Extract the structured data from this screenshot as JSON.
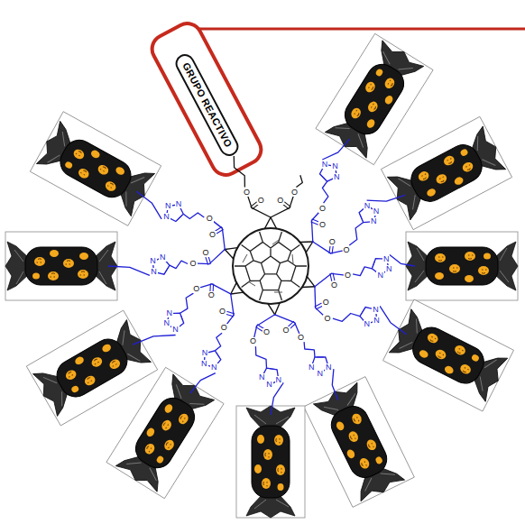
{
  "diagram": {
    "nodes": [
      {
        "text": [
          "GRUPO REACTIVO"
        ]
      }
    ],
    "labels": [
      "O",
      "O",
      "O",
      "O",
      "O",
      "O",
      "N",
      "N",
      "N",
      "O",
      "O",
      "N",
      "N",
      "N",
      "O",
      "O",
      "N",
      "N",
      "N",
      "O",
      "O",
      "N",
      "N",
      "N",
      "O",
      "O",
      "N",
      "N",
      "N",
      "O",
      "O",
      "N",
      "N",
      "N",
      "O",
      "O",
      "N",
      "N",
      "N",
      "O",
      "O",
      "N",
      "N",
      "N",
      "O",
      "O",
      "N",
      "N",
      "N",
      "O",
      "O",
      "N",
      "N",
      "N"
    ]
  }
}
